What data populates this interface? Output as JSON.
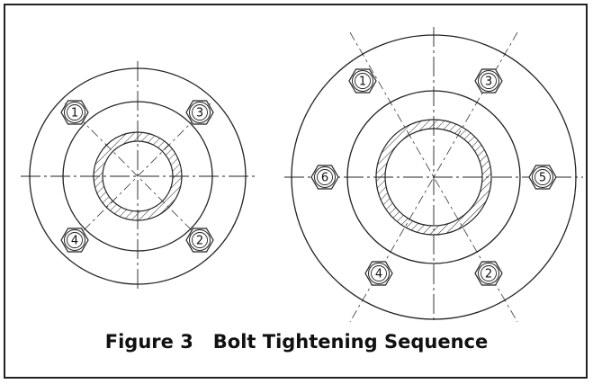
{
  "figure": {
    "label": "Figure 3",
    "title": "Bolt Tightening Sequence"
  },
  "flanges": [
    {
      "bolts": [
        {
          "num": "1"
        },
        {
          "num": "3"
        },
        {
          "num": "4"
        },
        {
          "num": "2"
        }
      ]
    },
    {
      "bolts": [
        {
          "num": "1"
        },
        {
          "num": "3"
        },
        {
          "num": "6"
        },
        {
          "num": "5"
        },
        {
          "num": "4"
        },
        {
          "num": "2"
        }
      ]
    }
  ],
  "colors": {
    "stroke": "#222222",
    "background": "#ffffff"
  }
}
